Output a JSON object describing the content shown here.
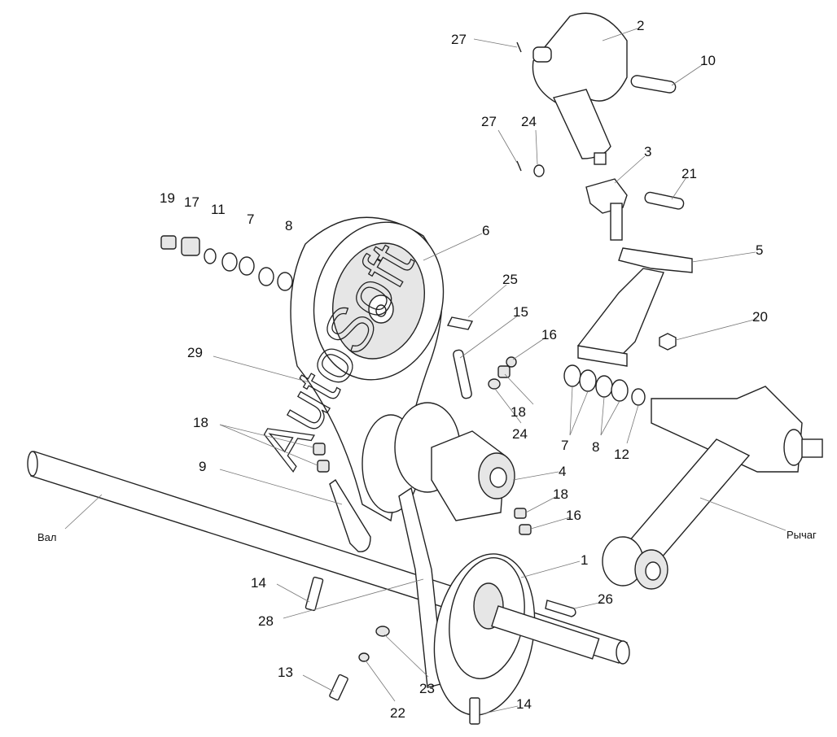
{
  "title": "AutoSoft",
  "watermark": "AutoSoft",
  "labels": [
    {
      "id": "27a",
      "text": "27"
    },
    {
      "id": "2",
      "text": "2"
    },
    {
      "id": "10",
      "text": "10"
    },
    {
      "id": "27b",
      "text": "27"
    },
    {
      "id": "24a",
      "text": "24"
    },
    {
      "id": "3",
      "text": "3"
    },
    {
      "id": "21",
      "text": "21"
    },
    {
      "id": "19",
      "text": "19"
    },
    {
      "id": "17",
      "text": "17"
    },
    {
      "id": "11",
      "text": "11"
    },
    {
      "id": "7a",
      "text": "7"
    },
    {
      "id": "8a",
      "text": "8"
    },
    {
      "id": "6",
      "text": "6"
    },
    {
      "id": "5",
      "text": "5"
    },
    {
      "id": "25",
      "text": "25"
    },
    {
      "id": "15",
      "text": "15"
    },
    {
      "id": "16a",
      "text": "16"
    },
    {
      "id": "20",
      "text": "20"
    },
    {
      "id": "29",
      "text": "29"
    },
    {
      "id": "18a",
      "text": "18"
    },
    {
      "id": "18b",
      "text": "18"
    },
    {
      "id": "24b",
      "text": "24"
    },
    {
      "id": "7b",
      "text": "7"
    },
    {
      "id": "8b",
      "text": "8"
    },
    {
      "id": "12",
      "text": "12"
    },
    {
      "id": "9",
      "text": "9"
    },
    {
      "id": "4",
      "text": "4"
    },
    {
      "id": "18c",
      "text": "18"
    },
    {
      "id": "16b",
      "text": "16"
    },
    {
      "id": "1",
      "text": "1"
    },
    {
      "id": "14a",
      "text": "14"
    },
    {
      "id": "26",
      "text": "26"
    },
    {
      "id": "28",
      "text": "28"
    },
    {
      "id": "23",
      "text": "23"
    },
    {
      "id": "13",
      "text": "13"
    },
    {
      "id": "22",
      "text": "22"
    },
    {
      "id": "14b",
      "text": "14"
    }
  ],
  "names": {
    "shaft": "Вал",
    "lever": "Рычаг"
  }
}
